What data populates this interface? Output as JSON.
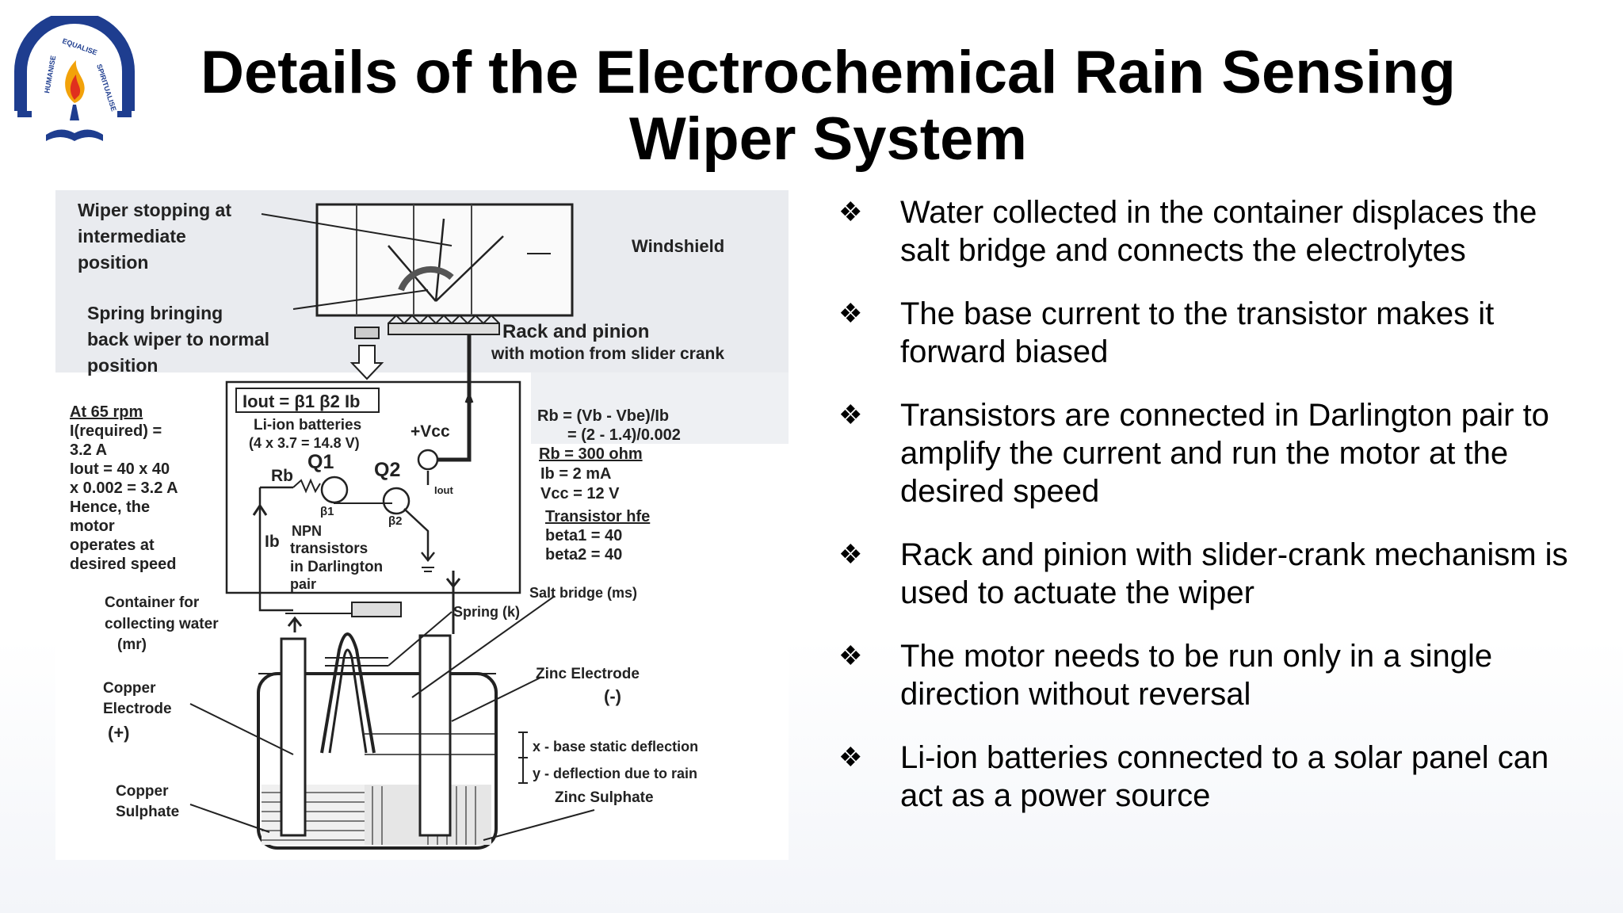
{
  "slide": {
    "title_line1": "Details of the Electrochemical Rain Sensing",
    "title_line2": "Wiper System",
    "logo": {
      "icon": "torch-book-emblem",
      "ring_text_left": "HUMANISE",
      "ring_text_top": "EQUALISE",
      "ring_text_right": "SPIRITUALISE"
    }
  },
  "diagram": {
    "wiper_stop": [
      "Wiper stopping at",
      "intermediate",
      "position"
    ],
    "spring_back": [
      "Spring bringing",
      "back wiper to normal",
      "position"
    ],
    "windshield": "Windshield",
    "rack_pinion": "Rack and pinion",
    "rack_motion": "with motion from slider crank",
    "iout_formula": "Iout = β1 β2 Ib",
    "liion": "Li-ion batteries",
    "liion_calc": "(4 x 3.7 = 14.8 V)",
    "vcc": "+Vcc",
    "q1": "Q1",
    "q2": "Q2",
    "rb": "Rb",
    "b1": "β1",
    "b2": "β2",
    "iout": "Iout",
    "ib": "Ib",
    "npn": [
      "NPN",
      "transistors",
      "in Darlington",
      "pair"
    ],
    "left_calc": [
      "At 65 rpm",
      "I(required) =",
      "3.2 A",
      "Iout = 40 x 40",
      "x 0.002 = 3.2 A",
      "Hence, the",
      "motor",
      "operates at",
      "desired speed"
    ],
    "right_calc": [
      "Rb = (Vb - Vbe)/Ib",
      "= (2 - 1.4)/0.002",
      "Rb = 300 ohm",
      "Ib = 2 mA",
      "Vcc = 12 V",
      "Transistor hfe",
      "beta1 = 40",
      "beta2 = 40"
    ],
    "container": [
      "Container for",
      "collecting water",
      "(mr)"
    ],
    "copper_electrode": [
      "Copper",
      "Electrode",
      "(+)"
    ],
    "copper_sulphate": [
      "Copper",
      "Sulphate"
    ],
    "spring_k": "Spring (k)",
    "salt_bridge": "Salt bridge (ms)",
    "zinc_electrode": [
      "Zinc Electrode",
      "(-)"
    ],
    "x_def": "x - base static deflection",
    "y_def": "y - deflection due to rain",
    "zinc_sulphate": "Zinc Sulphate"
  },
  "bullets": [
    {
      "icon": "diamond-bullet-icon",
      "glyph": "❖",
      "text": "Water collected in the container displaces the salt bridge and connects the electrolytes"
    },
    {
      "icon": "diamond-bullet-icon",
      "glyph": "❖",
      "text": "The base current to the transistor makes it forward biased"
    },
    {
      "icon": "diamond-bullet-icon",
      "glyph": "❖",
      "text": "Transistors are connected in Darlington pair to amplify the current and run the motor at the desired speed"
    },
    {
      "icon": "diamond-bullet-icon",
      "glyph": "❖",
      "text": "Rack and pinion with slider-crank mechanism is used to actuate the wiper"
    },
    {
      "icon": "diamond-bullet-icon",
      "glyph": "❖",
      "text": "The motor needs to be run only in a single direction without reversal"
    },
    {
      "icon": "diamond-bullet-icon",
      "glyph": "❖",
      "text": "Li-ion batteries connected to a solar panel can act as a power source"
    }
  ]
}
